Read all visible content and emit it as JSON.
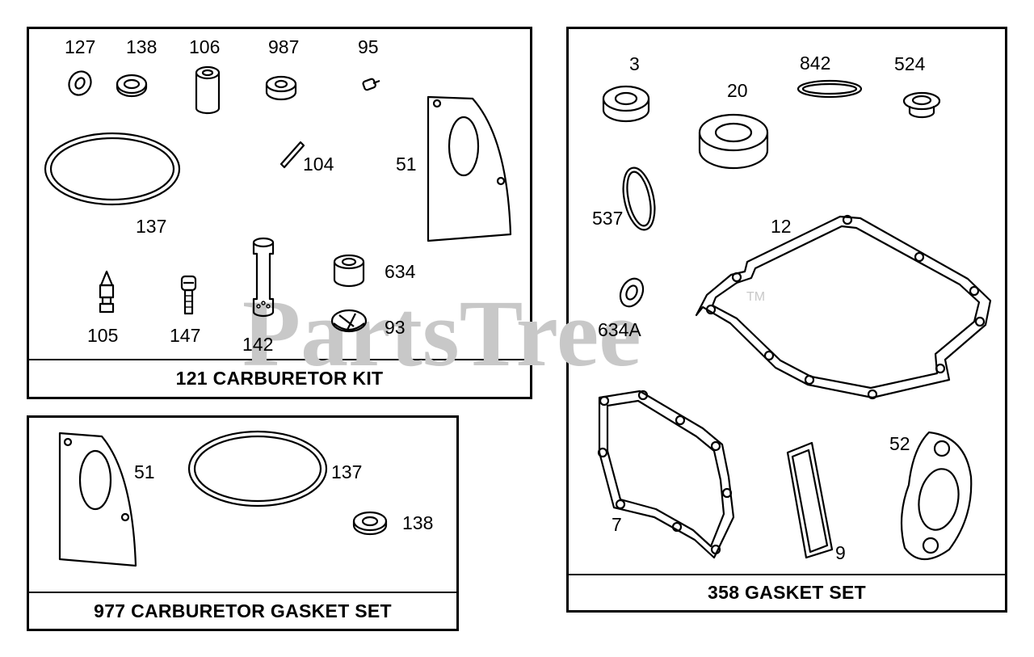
{
  "watermark": {
    "text": "PartsTree",
    "trademark": "TM"
  },
  "kits": [
    {
      "id": "carburetor-kit",
      "title": "121 CARBURETOR KIT"
    },
    {
      "id": "carburetor-gasket-set",
      "title": "977 CARBURETOR GASKET SET"
    },
    {
      "id": "gasket-set",
      "title": "358 GASKET SET"
    }
  ],
  "labels": {
    "carb_kit": {
      "p127": "127",
      "p138": "138",
      "p106": "106",
      "p987": "987",
      "p95": "95",
      "p104": "104",
      "p51": "51",
      "p137": "137",
      "p634": "634",
      "p105": "105",
      "p147": "147",
      "p142": "142",
      "p93": "93"
    },
    "gasket_set_977": {
      "p51": "51",
      "p137": "137",
      "p138": "138"
    },
    "gasket_set_358": {
      "p3": "3",
      "p20": "20",
      "p842": "842",
      "p524": "524",
      "p537": "537",
      "p12": "12",
      "p634A": "634A",
      "p7": "7",
      "p9": "9",
      "p52": "52"
    }
  }
}
